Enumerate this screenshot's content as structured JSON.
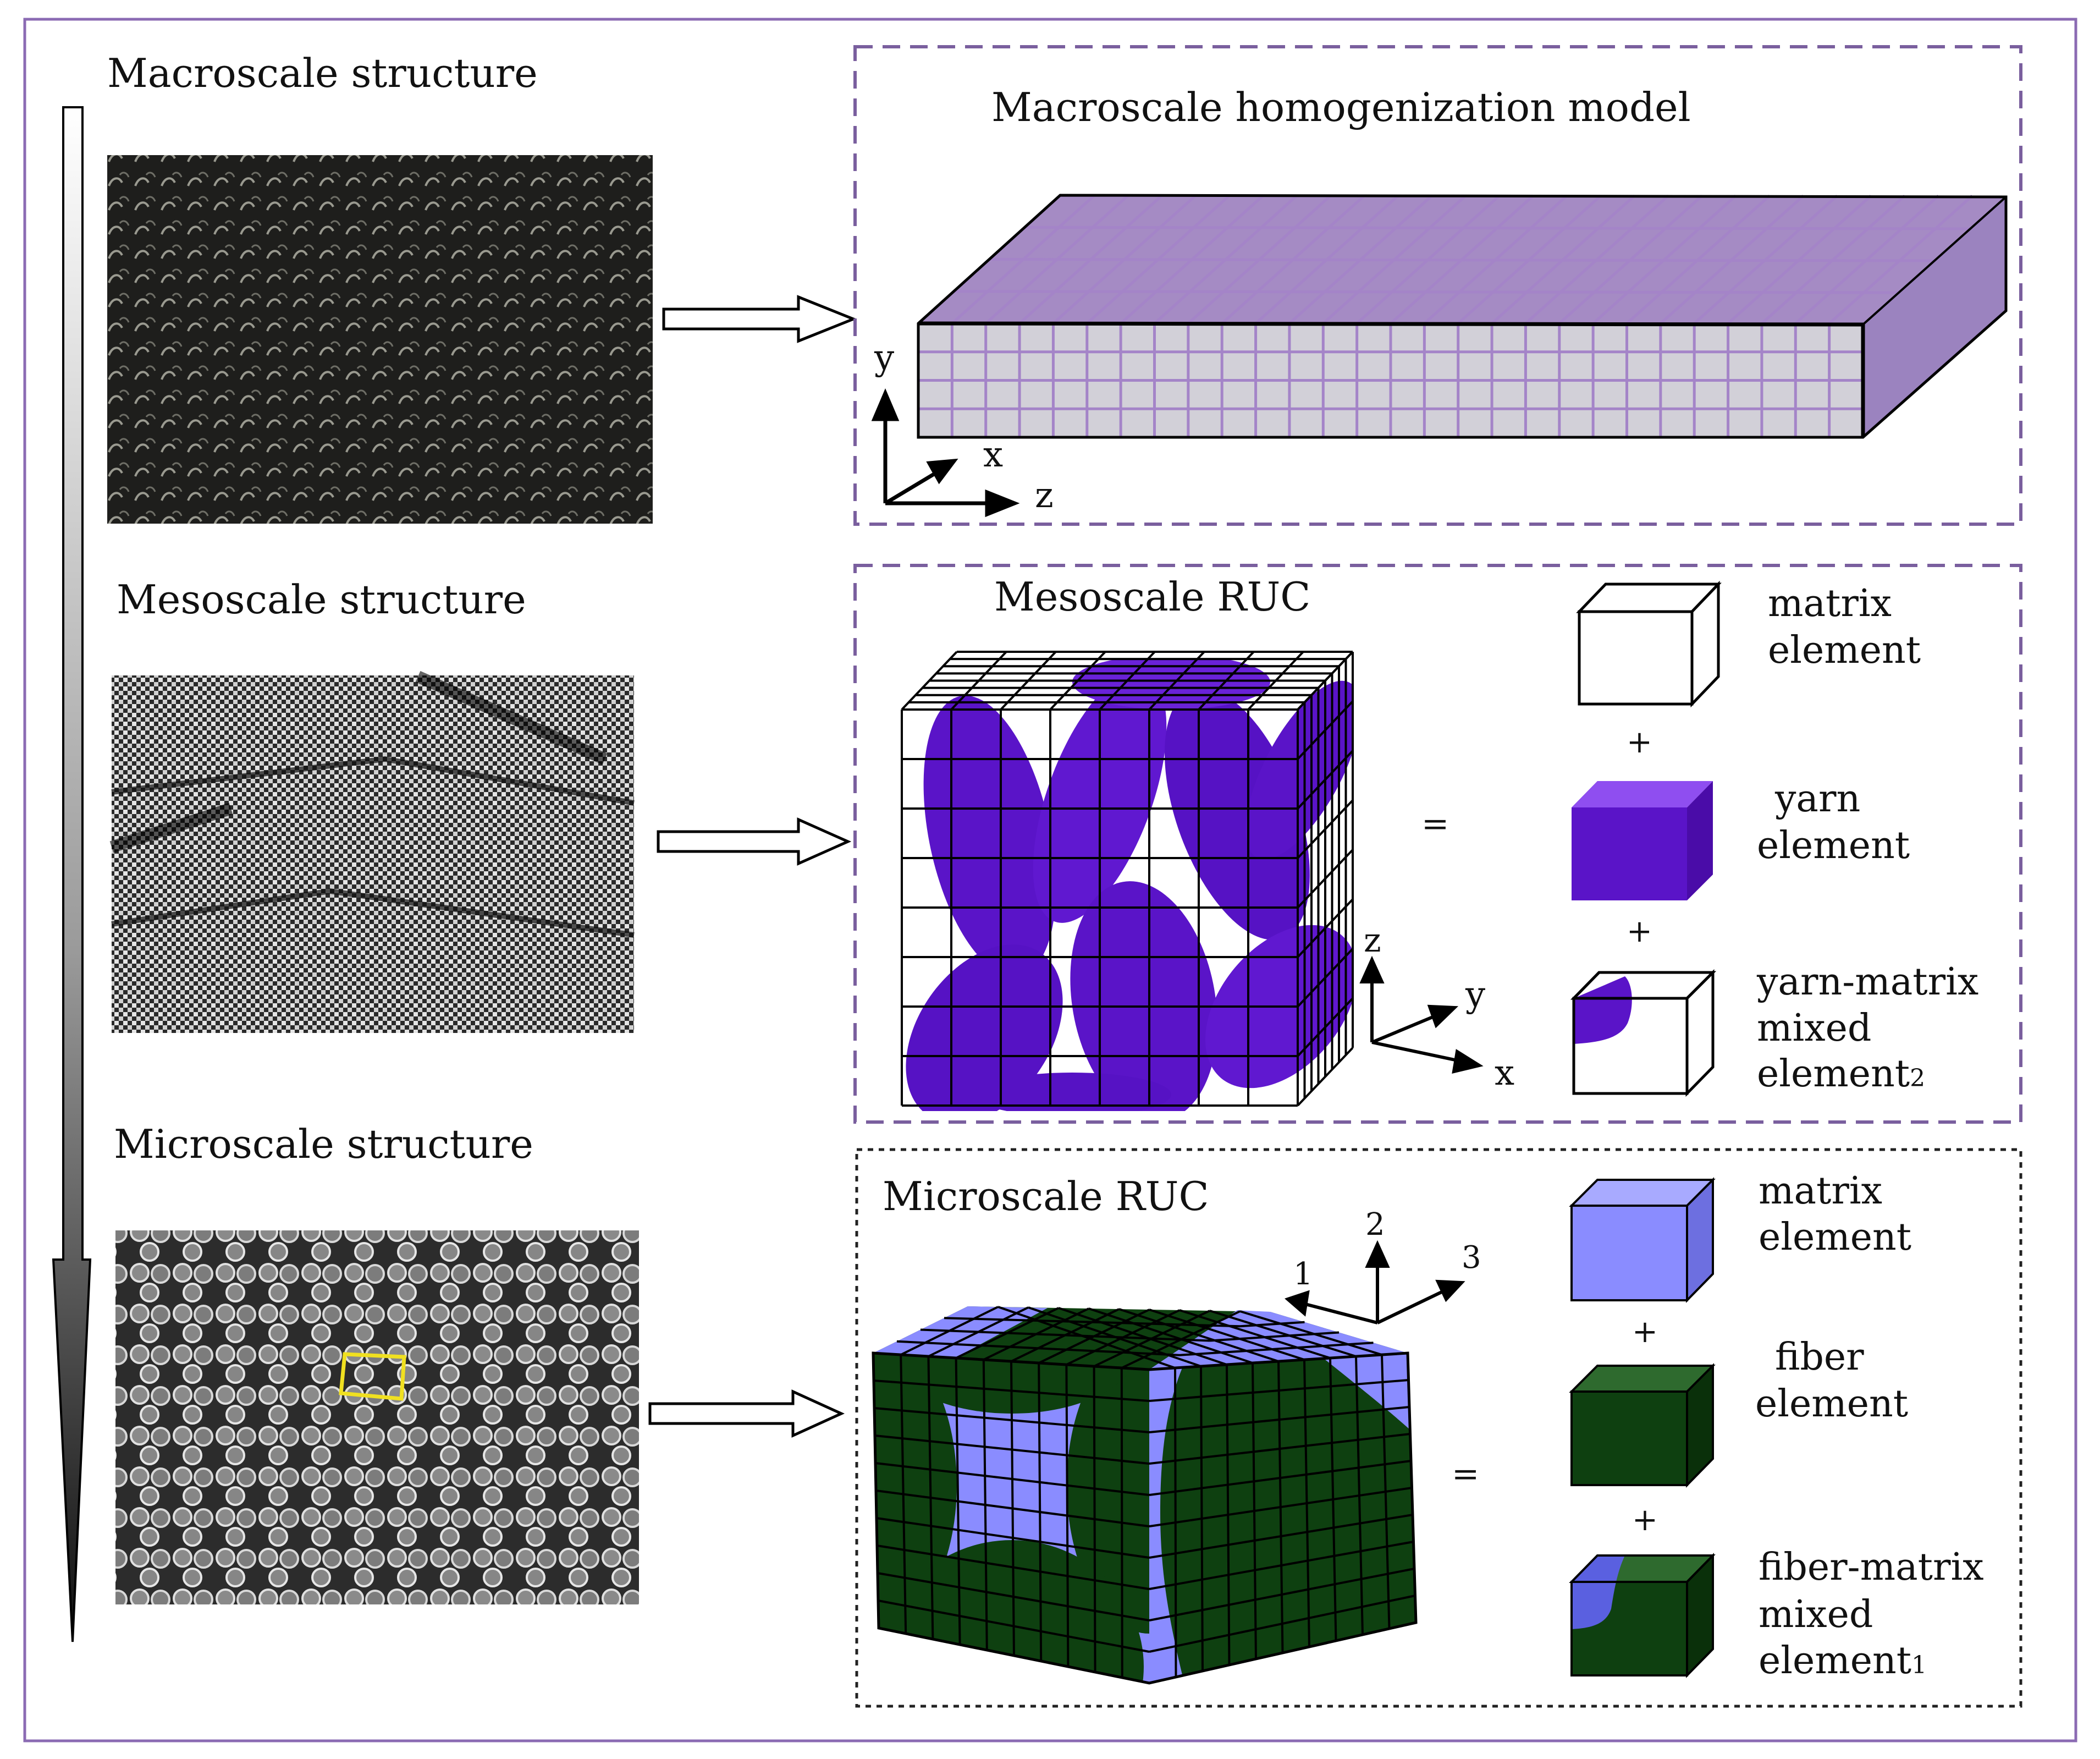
{
  "left": {
    "macro_title": "Macroscale structure",
    "meso_title": "Mesoscale structure",
    "micro_title": "Microscale structure"
  },
  "macro_panel": {
    "title": "Macroscale homogenization model",
    "axis_y": "y",
    "axis_x": "x",
    "axis_z": "z"
  },
  "meso_panel": {
    "title": "Mesoscale RUC",
    "equals": "=",
    "plus1": "+",
    "plus2": "+",
    "matrix_line1": "matrix",
    "matrix_line2": "element",
    "yarn_line1": "yarn",
    "yarn_line2": "element",
    "mixed_line1": "yarn-matrix",
    "mixed_line2": "mixed",
    "mixed_line3": "element",
    "mixed_sub": "2",
    "axis_z": "z",
    "axis_y": "y",
    "axis_x": "x"
  },
  "micro_panel": {
    "title": "Microscale RUC",
    "equals": "=",
    "plus1": "+",
    "plus2": "+",
    "matrix_line1": "matrix",
    "matrix_line2": "element",
    "fiber_line1": "fiber",
    "fiber_line2": "element",
    "mixed_line1": "fiber-matrix",
    "mixed_line2": "mixed",
    "mixed_line3": "element",
    "mixed_sub": "1",
    "axis_1": "1",
    "axis_2": "2",
    "axis_3": "3"
  },
  "colors": {
    "frame": "#8b6bb3",
    "panel_border": "#7a5f9e",
    "macro_top": "#a58bc4",
    "macro_front": "#d2d0d8",
    "macro_grid": "#a484c8",
    "yarn": "#5a14c8",
    "yarn_light": "#7a3ad8",
    "matrix_blue": "#8a8cff",
    "fiber_green": "#0e4010",
    "fiber_green_light": "#1d5a1d",
    "selection_yellow": "#f0e020"
  }
}
